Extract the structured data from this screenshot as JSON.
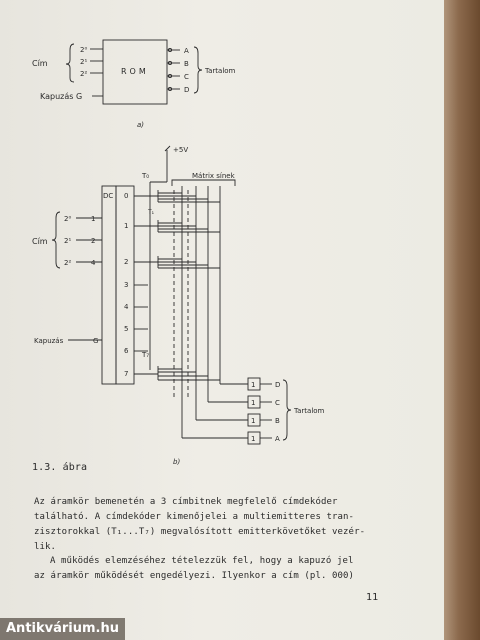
{
  "fig_a": {
    "addr_label": "Cím",
    "inputs": [
      "2⁰",
      "2¹",
      "2²"
    ],
    "rom_label": "ROM",
    "outputs": [
      "A",
      "B",
      "C",
      "D"
    ],
    "content_label": "Tartalom",
    "gate_label": "Kapuzás G",
    "caption": "a)"
  },
  "fig_b": {
    "supply": "+5V",
    "t0": "T₀",
    "t1": "T₁",
    "t7": "T₇",
    "matrix_label": "Mátrix sínek",
    "dc_label": "DC",
    "addr_label": "Cím",
    "inputs": [
      "2⁰",
      "2¹",
      "2²"
    ],
    "input_pins": [
      "1",
      "2",
      "4"
    ],
    "gate_label": "Kapuzás",
    "gate_pin": "G",
    "dc_outputs": [
      "0",
      "1",
      "2",
      "3",
      "4",
      "5",
      "6",
      "7"
    ],
    "buffer_labels": [
      "1",
      "1",
      "1",
      "1"
    ],
    "outputs": [
      "D",
      "C",
      "B",
      "A"
    ],
    "content_label": "Tartalom",
    "caption": "b)"
  },
  "figure_caption": "1.3. ábra",
  "body_lines": [
    "Az áramkör bemenetén a 3 címbitnek megfelelő címdekóder",
    "található. A címdekóder kimenőjelei a multiemitteres tran-",
    "zisztorokkal (T₁...T₇) megvalósított emitterkövetőket vezér-",
    "lik.",
    "A működés elemzéséhez tételezzük fel, hogy a kapuzó jel",
    "az áramkör működését engedélyezi. Ilyenkor a cím (pl. 000)"
  ],
  "page_number": "11",
  "watermark": "Antikvárium.hu"
}
